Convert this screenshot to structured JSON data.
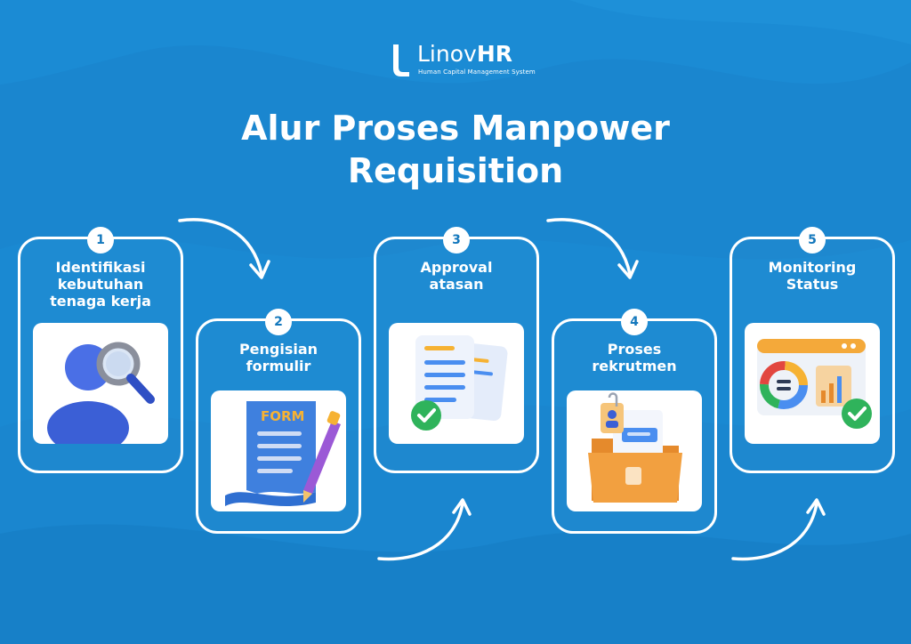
{
  "brand": {
    "name_light": "Linov",
    "name_bold": "HR",
    "tagline": "Human Capital Management System"
  },
  "title": {
    "line1": "Alur Proses Manpower",
    "line2": "Requisition"
  },
  "steps": [
    {
      "number": "1",
      "label_lines": [
        "Identifikasi",
        "kebutuhan",
        "tenaga kerja"
      ],
      "icon": "person-search-icon"
    },
    {
      "number": "2",
      "label_lines": [
        "Pengisian",
        "formulir"
      ],
      "icon": "form-document-icon",
      "icon_text": "FORM"
    },
    {
      "number": "3",
      "label_lines": [
        "Approval",
        "atasan"
      ],
      "icon": "approved-documents-icon"
    },
    {
      "number": "4",
      "label_lines": [
        "Proses",
        "rekrutmen"
      ],
      "icon": "recruitment-folder-icon"
    },
    {
      "number": "5",
      "label_lines": [
        "Monitoring",
        "Status"
      ],
      "icon": "dashboard-chart-icon"
    }
  ],
  "colors": {
    "background": "#1b88d0",
    "accent_dark": "#1478bd",
    "white": "#ffffff"
  }
}
